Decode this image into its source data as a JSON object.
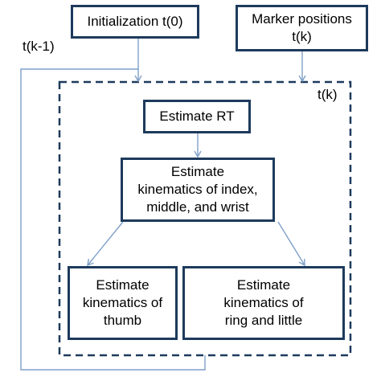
{
  "colors": {
    "box_border": "#1d3a5c",
    "dashed_frame": "#1d3a5c",
    "connector": "#7fa0c8",
    "text": "#000000"
  },
  "nodes": {
    "init": "Initialization t(0)",
    "marker": "Marker positions\nt(k)",
    "estimate_rt": "Estimate RT",
    "estimate_index": "Estimate\nkinematics of index,\nmiddle, and wrist",
    "estimate_thumb": "Estimate\nkinematics of\nthumb",
    "estimate_ring": "Estimate\nkinematics of\nring and little"
  },
  "labels": {
    "feedback": "t(k-1)",
    "loop": "t(k)"
  }
}
